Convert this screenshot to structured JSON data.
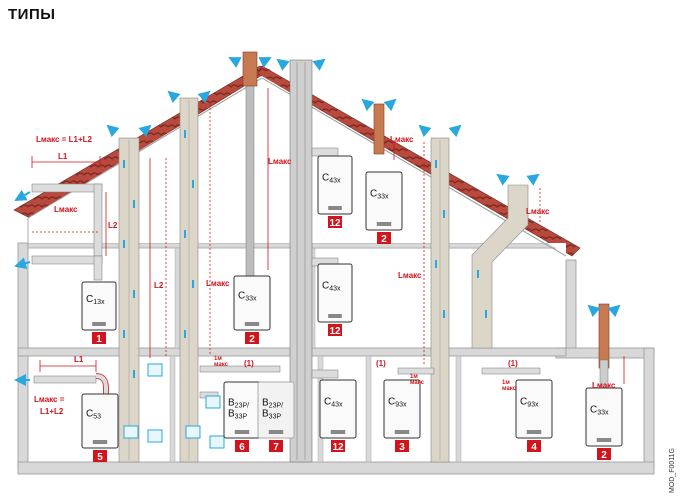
{
  "title": "ТИПЫ",
  "figure_ref": "MOD_F0011G",
  "boilers": [
    {
      "id": "b13x",
      "type": "C",
      "sub": "13x",
      "num": "1"
    },
    {
      "id": "b33x_mid",
      "type": "C",
      "sub": "33x",
      "num": "2"
    },
    {
      "id": "b43x_top",
      "type": "C",
      "sub": "43x",
      "num": "12"
    },
    {
      "id": "b33x_top",
      "type": "C",
      "sub": "33x",
      "num": "2"
    },
    {
      "id": "b43x_mid",
      "type": "C",
      "sub": "43x",
      "num": "12"
    },
    {
      "id": "b53",
      "type": "C",
      "sub": "53",
      "num": "5"
    },
    {
      "id": "b23p",
      "type": "B",
      "sub": "23P/",
      "sub2": "33P",
      "num": "6"
    },
    {
      "id": "b23p_ghost",
      "type": "B",
      "sub": "23P/",
      "sub2": "33P",
      "num": "7"
    },
    {
      "id": "b43x_low",
      "type": "C",
      "sub": "43x",
      "num": "12"
    },
    {
      "id": "b93x_a",
      "type": "C",
      "sub": "93x",
      "num": "3"
    },
    {
      "id": "b93x_b",
      "type": "C",
      "sub": "93x",
      "num": "4"
    },
    {
      "id": "b33x_ext",
      "type": "C",
      "sub": "33x",
      "num": "2"
    }
  ],
  "labels": {
    "lmax_formula": "Lмакс = L1+L2",
    "l1": "L1",
    "l2": "L2",
    "lmax": "Lмакс",
    "lmax_eq": "Lмакс =",
    "l1_l2": "L1+L2",
    "one": "(1)",
    "one_m": "1м",
    "max": "макс"
  },
  "colors": {
    "red": "#d4141c",
    "blue": "#29a8e0",
    "wall": "#d5d5d5",
    "roof": "#b8493c",
    "copper": "#c77a52",
    "duct": "#cfcfcf"
  }
}
